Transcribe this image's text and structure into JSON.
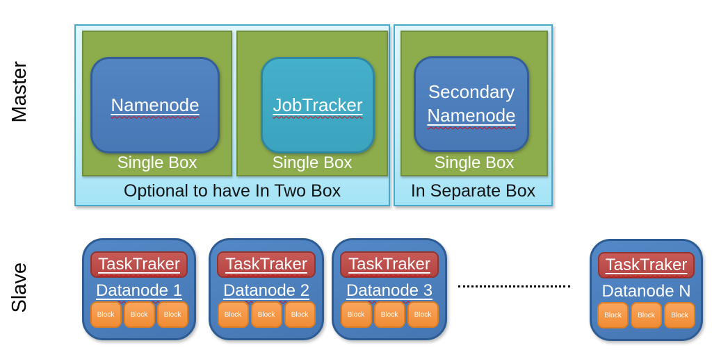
{
  "side_labels": {
    "master": "Master",
    "slave": "Slave"
  },
  "master_section": {
    "two_box": {
      "caption": "Optional to have In Two Box",
      "boxes": [
        {
          "node": "Namenode",
          "caption": "Single Box"
        },
        {
          "node": "JobTracker",
          "caption": "Single Box"
        }
      ]
    },
    "separate_box": {
      "caption": "In Separate Box",
      "node_line1": "Secondary",
      "node_line2": "Namenode",
      "single_box_caption": "Single Box"
    }
  },
  "slave_section": {
    "datanodes": [
      {
        "service": "TaskTraker",
        "label": "Datanode 1",
        "blocks": [
          "Block",
          "Block",
          "Block"
        ]
      },
      {
        "service": "TaskTraker",
        "label": "Datanode 2",
        "blocks": [
          "Block",
          "Block",
          "Block"
        ]
      },
      {
        "service": "TaskTraker",
        "label": "Datanode 3",
        "blocks": [
          "Block",
          "Block",
          "Block"
        ]
      },
      {
        "service": "TaskTraker",
        "label": "Datanode N",
        "blocks": [
          "Block",
          "Block",
          "Block"
        ]
      }
    ]
  },
  "icons": {
    "continuation_dots": "dotted-line"
  },
  "colors": {
    "container_fill_top": "#e0f6fd",
    "container_fill_bottom": "#a3e3f6",
    "container_border": "#47a8ca",
    "green_fill": "#8dac4c",
    "green_border": "#6e8e3e",
    "blue_node_fill": "#4d7fbd",
    "blue_node_border": "#335e97",
    "teal_node_fill": "#40aac4",
    "teal_node_border": "#2f87a1",
    "datanode_fill": "#4b80bd",
    "datanode_border": "#2d5c94",
    "tasktracker_fill": "#bd4f4c",
    "tasktracker_border": "#903532",
    "block_fill": "#f79646",
    "block_border": "#dd7d22",
    "squiggle": "#cc1111",
    "text_on_dark": "#ffffff",
    "text_dark": "#141414"
  }
}
